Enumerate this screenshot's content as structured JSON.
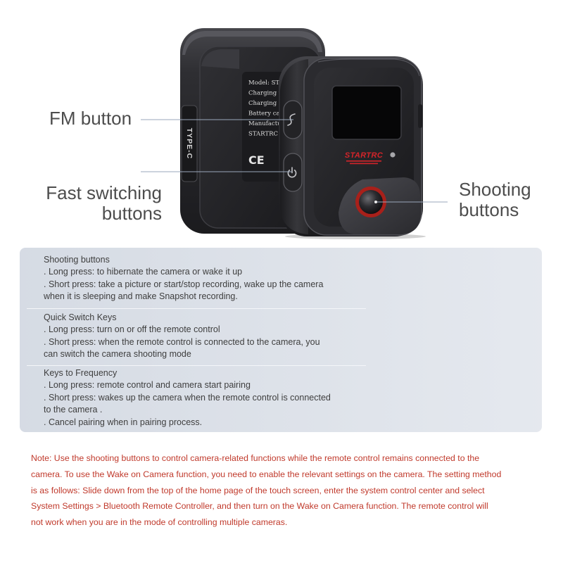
{
  "device": {
    "rear_label_lines": [
      "Model: STO",
      "Charging v",
      "Charging c",
      "Battery ca",
      "Manufactu",
      "STARTRC Te"
    ],
    "ce_mark": "CE",
    "port_label": "TYPE-C",
    "logo": "STARTRC"
  },
  "callouts": {
    "fm_button": "FM button",
    "fast_switching": [
      "Fast switching",
      "buttons"
    ],
    "shooting": [
      "Shooting",
      "buttons"
    ]
  },
  "info_box": {
    "sections": [
      {
        "title": "Shooting buttons",
        "lines": [
          ". Long press: to hibernate the camera or wake it up",
          ". Short press: take a picture or start/stop recording, wake up the camera",
          "when it is sleeping and make Snapshot recording."
        ]
      },
      {
        "title": "Quick Switch Keys",
        "lines": [
          ". Long press: turn on or off the remote control",
          ". Short press: when the remote control is connected to the camera, you",
          "can switch the camera shooting mode"
        ]
      },
      {
        "title": "Keys to Frequency",
        "lines": [
          ". Long press: remote control and camera start pairing",
          ". Short press: wakes up the camera when the remote control is connected",
          "to the camera .",
          ". Cancel pairing when in pairing process."
        ]
      }
    ]
  },
  "note": {
    "lines": [
      "Note: Use the shooting buttons to control camera-related functions while the remote control remains connected to the",
      "camera. To use the Wake on Camera function, you need to enable the relevant settings on the camera. The setting method",
      "is as follows: Slide down from the top of the home page of the touch screen, enter the system control center and select",
      "System Settings > Bluetooth Remote Controller, and then turn on the Wake on Camera function. The remote control will",
      "not work when you are in the mode of controlling multiple cameras."
    ]
  },
  "colors": {
    "note_text": "#c0392b",
    "callout_text": "#4d4d4d",
    "callout_line": "#9aa7bb",
    "info_box_background": "#dce1e9",
    "info_text": "#3e3e3e",
    "logo_red": "#d4242a"
  }
}
